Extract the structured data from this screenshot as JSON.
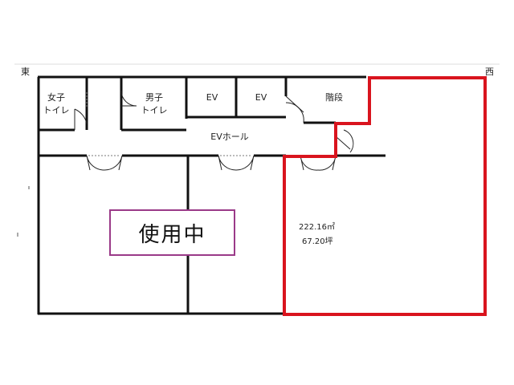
{
  "compass": {
    "east": "東",
    "west": "西"
  },
  "rooms": {
    "womens_toilet": "女子\nトイレ",
    "mens_toilet": "男子\nトイレ",
    "ev1": "EV",
    "ev2": "EV",
    "stairs": "階段",
    "ev_hall": "EVホール"
  },
  "occupied_label": "使用中",
  "available_unit": {
    "area_m2": "222.16㎡",
    "area_tsubo": "67.20坪",
    "outline_color": "#d9141e"
  },
  "colors": {
    "wall": "#111111",
    "occupied_border": "#9a3a88"
  }
}
